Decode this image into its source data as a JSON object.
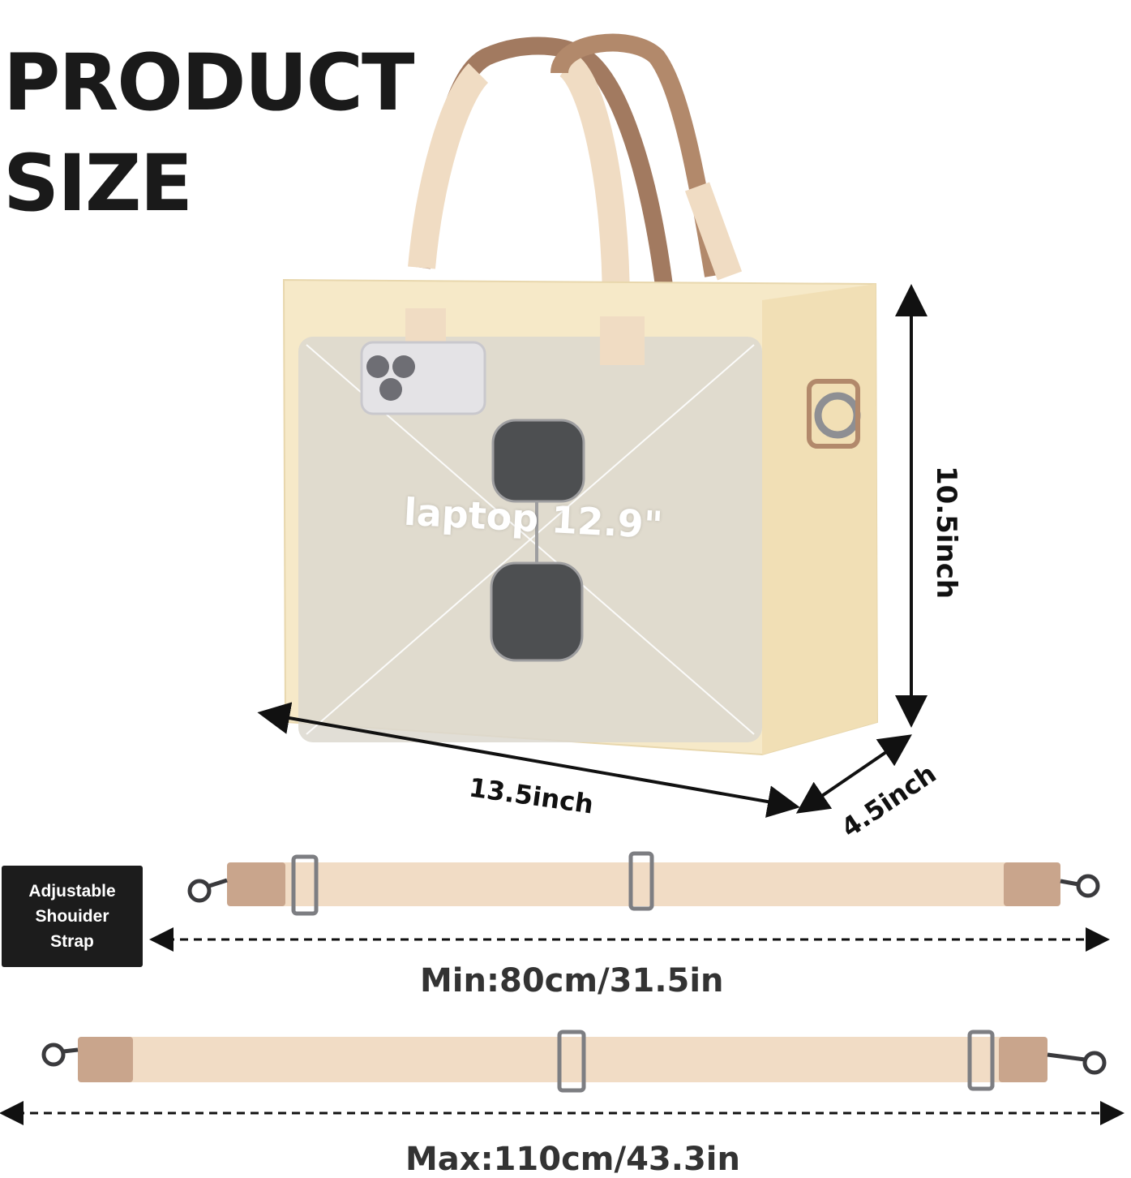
{
  "title": {
    "line1": "PRODUCT",
    "line2": "SIZE"
  },
  "dimensions": {
    "height": "10.5inch",
    "width": "13.5inch",
    "depth": "4.5inch"
  },
  "laptop_label": "laptop 12.9\"",
  "strap": {
    "badge_line1": "Adjustable",
    "badge_line2": "Shouider",
    "badge_line3": "Strap",
    "min_length": "Min:80cm/31.5in",
    "max_length": "Max:110cm/43.3in"
  },
  "colors": {
    "bag_canvas": "#f6e9c8",
    "strap_webbing": "#f1dcc5",
    "leather": "#c9a58c",
    "handle_leather": "#a27a60",
    "badge_bg": "#1c1c1c"
  },
  "icons": [
    "sunglasses-icon",
    "phone-icon",
    "clasp-hook-icon",
    "arrow-icon"
  ]
}
